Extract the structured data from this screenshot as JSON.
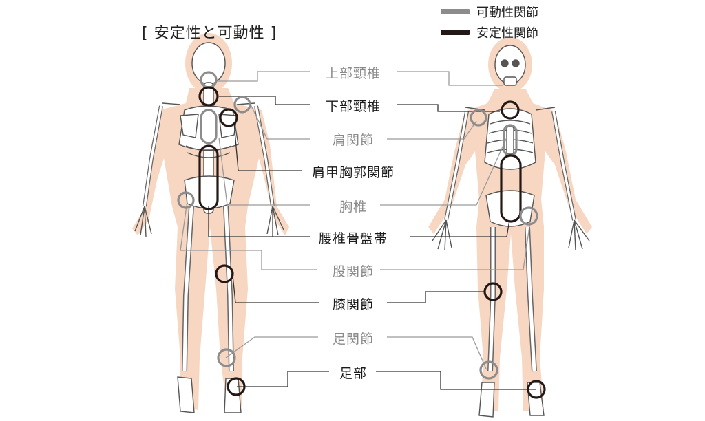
{
  "title": "[ 安定性と可動性 ]",
  "legend": [
    {
      "label": "可動性関節",
      "color": "#8c8c8c",
      "type": "mobile"
    },
    {
      "label": "安定性関節",
      "color": "#231815",
      "type": "stable"
    }
  ],
  "colors": {
    "mobile": "#8c8c8c",
    "stable": "#231815",
    "silhouette": "#f6d3bd",
    "bone_stroke": "#555555",
    "bone_fill": "#ffffff"
  },
  "labels": [
    {
      "id": "upper-cervical",
      "text": "上部頸椎",
      "type": "mobile"
    },
    {
      "id": "lower-cervical",
      "text": "下部頸椎",
      "type": "stable"
    },
    {
      "id": "shoulder",
      "text": "肩関節",
      "type": "mobile"
    },
    {
      "id": "scapulothoracic",
      "text": "肩甲胸郭関節",
      "type": "stable"
    },
    {
      "id": "thoracic",
      "text": "胸椎",
      "type": "mobile"
    },
    {
      "id": "lumbopelvic",
      "text": "腰椎骨盤帯",
      "type": "stable"
    },
    {
      "id": "hip",
      "text": "股関節",
      "type": "mobile"
    },
    {
      "id": "knee",
      "text": "膝関節",
      "type": "stable"
    },
    {
      "id": "ankle",
      "text": "足関節",
      "type": "mobile"
    },
    {
      "id": "foot",
      "text": "足部",
      "type": "stable"
    }
  ]
}
